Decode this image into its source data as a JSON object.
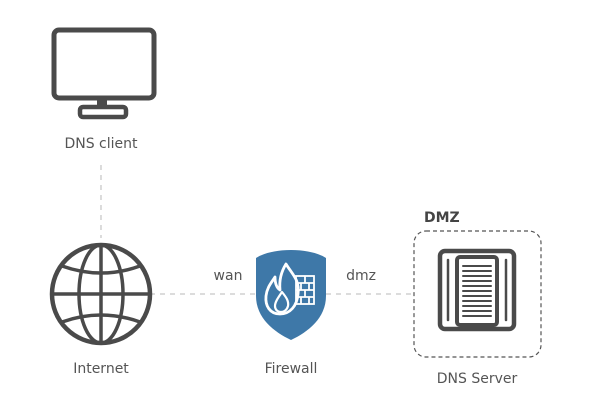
{
  "nodes": {
    "dns_client": {
      "label": "DNS client",
      "icon": "monitor-icon"
    },
    "internet": {
      "label": "Internet",
      "icon": "globe-icon"
    },
    "firewall": {
      "label": "Firewall",
      "icon": "firewall-shield-icon"
    },
    "dns_server": {
      "label": "DNS Server",
      "icon": "server-icon"
    }
  },
  "edges": {
    "internet_firewall": {
      "label": "wan"
    },
    "firewall_server": {
      "label": "dmz"
    }
  },
  "zones": {
    "dmz": {
      "label": "DMZ"
    }
  },
  "colors": {
    "firewall_shield": "#3e78a8",
    "icon_stroke": "#4a4a4a",
    "connector": "#c8c8c8"
  }
}
